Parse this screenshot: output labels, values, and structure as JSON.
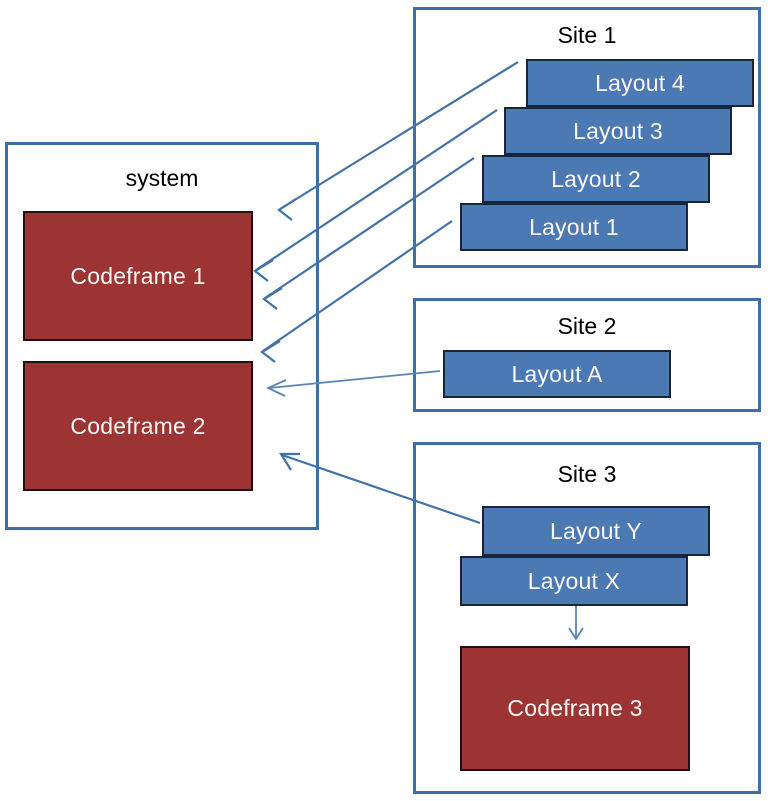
{
  "diagram": {
    "title": "system / sites / layouts / codeframes relationship diagram",
    "colors": {
      "codeframe_fill": "#9C3433",
      "codeframe_border": "#231112",
      "layout_fill": "#4A79B4",
      "layout_border": "#17243A",
      "container_border": "#3F6FA8",
      "arrow": "#4272A8",
      "background": "#FFFFFF",
      "node_text": "#FDF7F5",
      "title_text": "#000000"
    }
  },
  "system": {
    "title": "system",
    "codeframes": [
      {
        "label": "Codeframe 1"
      },
      {
        "label": "Codeframe 2"
      }
    ]
  },
  "sites": [
    {
      "title": "Site 1",
      "layouts": [
        {
          "label": "Layout 4"
        },
        {
          "label": "Layout 3"
        },
        {
          "label": "Layout 2"
        },
        {
          "label": "Layout 1"
        }
      ]
    },
    {
      "title": "Site 2",
      "layouts": [
        {
          "label": "Layout A"
        }
      ]
    },
    {
      "title": "Site 3",
      "layouts": [
        {
          "label": "Layout Y"
        },
        {
          "label": "Layout X"
        }
      ],
      "codeframes": [
        {
          "label": "Codeframe 3"
        }
      ]
    }
  ],
  "connections": [
    {
      "from": "Layout 4",
      "to": "Codeframe 1"
    },
    {
      "from": "Layout 3",
      "to": "Codeframe 1"
    },
    {
      "from": "Layout 2",
      "to": "Codeframe 1"
    },
    {
      "from": "Layout 1",
      "to": "Codeframe 2"
    },
    {
      "from": "Layout A",
      "to": "Codeframe 2"
    },
    {
      "from": "Layout Y",
      "to": "Codeframe 2"
    },
    {
      "from": "Layout X",
      "to": "Codeframe 3"
    }
  ]
}
